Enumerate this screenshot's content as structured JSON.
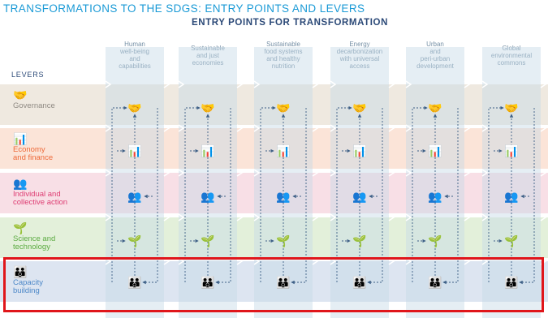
{
  "title": "TRANSFORMATIONS TO THE SDGS: ENTRY POINTS AND LEVERS",
  "subtitle": "ENTRY POINTS FOR TRANSFORMATION",
  "levers_label": "LEVERS",
  "colors": {
    "title": "#1a9ad6",
    "heading": "#2c4a78",
    "column": "#dbe8f1",
    "highlight": "#e0161b"
  },
  "entry_points": [
    {
      "label": "Human\nwell-being\nand\ncapabilities"
    },
    {
      "label": "Sustainable\nand just\neconomies"
    },
    {
      "label": "Sustainable\nfood systems\nand healthy\nnutrition"
    },
    {
      "label": "Energy\ndecarbonization\nwith universal\naccess"
    },
    {
      "label": "Urban\nand\nperi-urban\ndevelopment"
    },
    {
      "label": "Global\nenvironmental\ncommons"
    }
  ],
  "levers": [
    {
      "label": "Governance",
      "icon": "handshake-icon",
      "glyph": "🤝",
      "band_color": "#efe9e0",
      "text_color": "#8f8a83",
      "icon_color": "#8f8a83"
    },
    {
      "label": "Economy\nand finance",
      "icon": "bar-chart-icon",
      "glyph": "📊",
      "band_color": "#fbe4d8",
      "text_color": "#ee6a3a",
      "icon_color": "#ee6a3a"
    },
    {
      "label": "Individual and\ncollective action",
      "icon": "people-group-icon",
      "glyph": "👥",
      "band_color": "#f8dfe6",
      "text_color": "#de3d73",
      "icon_color": "#de3d73"
    },
    {
      "label": "Science and\ntechnology",
      "icon": "plant-icon",
      "glyph": "🌱",
      "band_color": "#e3f0da",
      "text_color": "#5cab42",
      "icon_color": "#5cab42"
    },
    {
      "label": "Capacity\nbuilding",
      "icon": "capacity-icon",
      "glyph": "👪",
      "band_color": "#dde5f1",
      "text_color": "#4d88c8",
      "icon_color": "#4d88c8"
    }
  ]
}
